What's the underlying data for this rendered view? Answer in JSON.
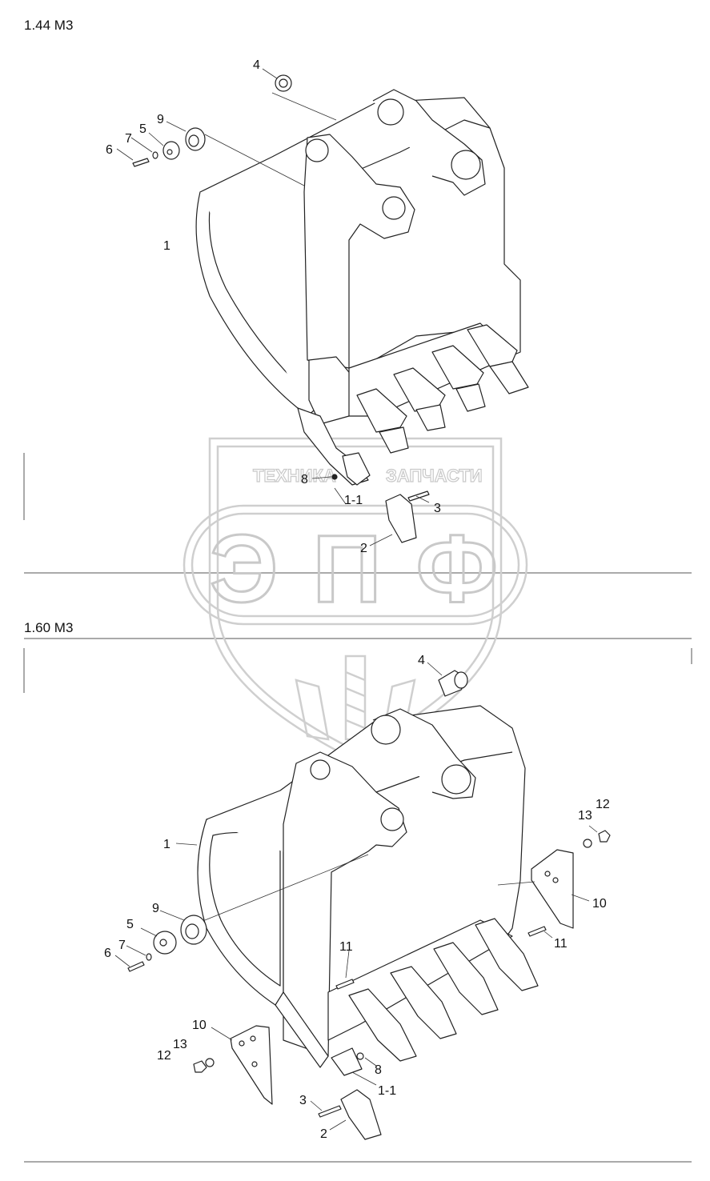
{
  "sections": [
    {
      "title": "1.44 M3",
      "callouts": [
        "4",
        "9",
        "5",
        "7",
        "6",
        "1",
        "8",
        "1-1",
        "3",
        "2"
      ]
    },
    {
      "title": "1.60 M3",
      "callouts": [
        "4",
        "1",
        "13",
        "12",
        "9",
        "5",
        "7",
        "6",
        "10",
        "11",
        "11",
        "10",
        "12",
        "13",
        "8",
        "1-1",
        "3",
        "2"
      ]
    }
  ],
  "watermark": {
    "top_text": "ТЕХНИКА",
    "top_text2": "ЗАПЧАСТИ",
    "logo_text": "ЭПФ"
  }
}
